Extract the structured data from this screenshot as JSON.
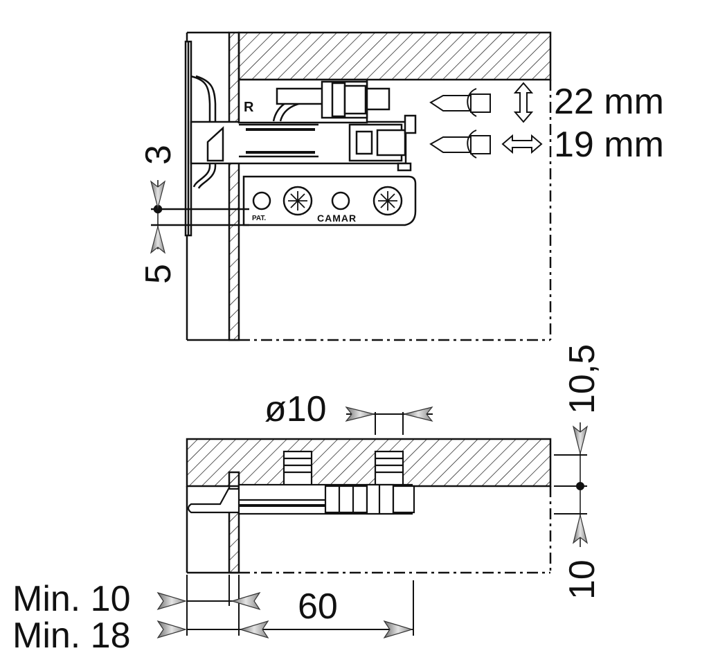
{
  "top_view": {
    "adjust_height": "22 mm",
    "adjust_side": "19 mm",
    "dim_top": "3",
    "dim_bottom": "5",
    "plate_letter": "R",
    "plate_pat": "PAT.",
    "plate_brand": "CAMAR"
  },
  "side_view": {
    "hole_diameter": "ø10",
    "dim_right_top": "10,5",
    "dim_right_bottom": "10",
    "dim_min_10": "Min. 10",
    "dim_min_18": "Min. 18",
    "dim_60": "60"
  },
  "colors": {
    "line": "#111111",
    "arrow_fill": "#9a9a9a"
  }
}
